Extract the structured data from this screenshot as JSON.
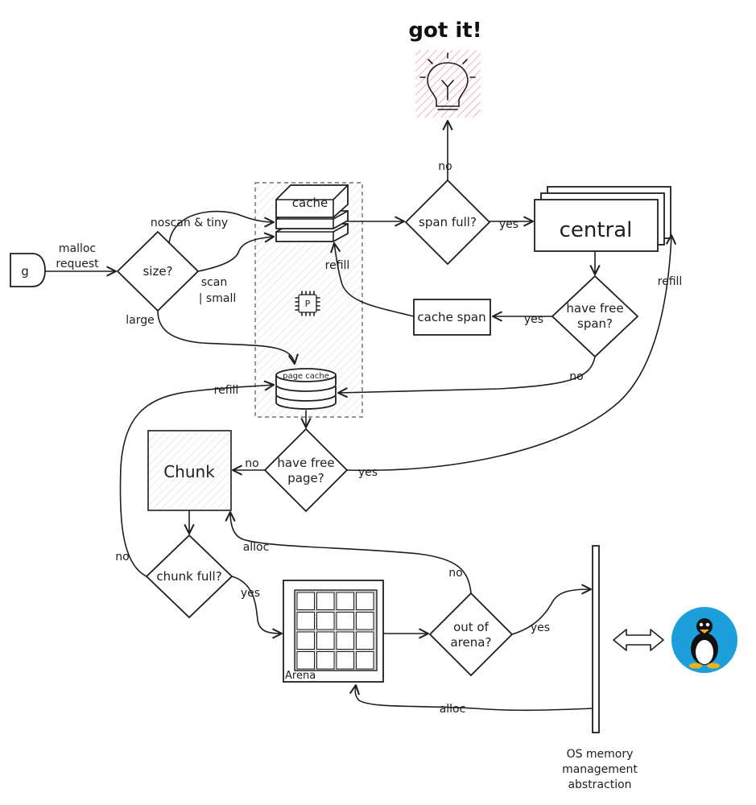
{
  "title": "got it!",
  "nodes": {
    "g": "g",
    "size": "size?",
    "cache": "cache",
    "span_full": "span full?",
    "central": "central",
    "have_free_span": [
      "have free",
      "span?"
    ],
    "cache_span": "cache span",
    "page_cache": "page cache",
    "have_free_page": [
      "have free",
      "page?"
    ],
    "chunk": "Chunk",
    "chunk_full": "chunk full?",
    "arena": "Arena",
    "out_of_arena": [
      "out of",
      "arena?"
    ],
    "os": [
      "OS memory",
      "management",
      "abstraction"
    ],
    "p_icon": "P"
  },
  "edges": {
    "malloc_request": [
      "malloc",
      "request"
    ],
    "noscan_tiny": "noscan & tiny",
    "scan_small": [
      "scan",
      "| small"
    ],
    "large": "large",
    "no_got": "no",
    "yes_central": "yes",
    "refill_cache": "refill",
    "yes_cache_span": "yes",
    "refill_central": "refill",
    "no_page_cache": "no",
    "refill_page_cache": "refill",
    "no_chunk": "no",
    "yes_page": "yes",
    "no_chunk_full": "no",
    "alloc_chunk": "alloc",
    "no_arena": "no",
    "yes_arena": "yes",
    "yes_os": "yes",
    "alloc_arena": "alloc"
  },
  "colors": {
    "ink": "#1e1e1e",
    "bulb_hatch": "#e7a0a8",
    "linux_circle": "#1d9fdc",
    "region_border": "#555555"
  },
  "icons": [
    "lightbulb-icon",
    "cpu-chip-icon",
    "linux-tux-icon",
    "double-arrow-icon"
  ]
}
